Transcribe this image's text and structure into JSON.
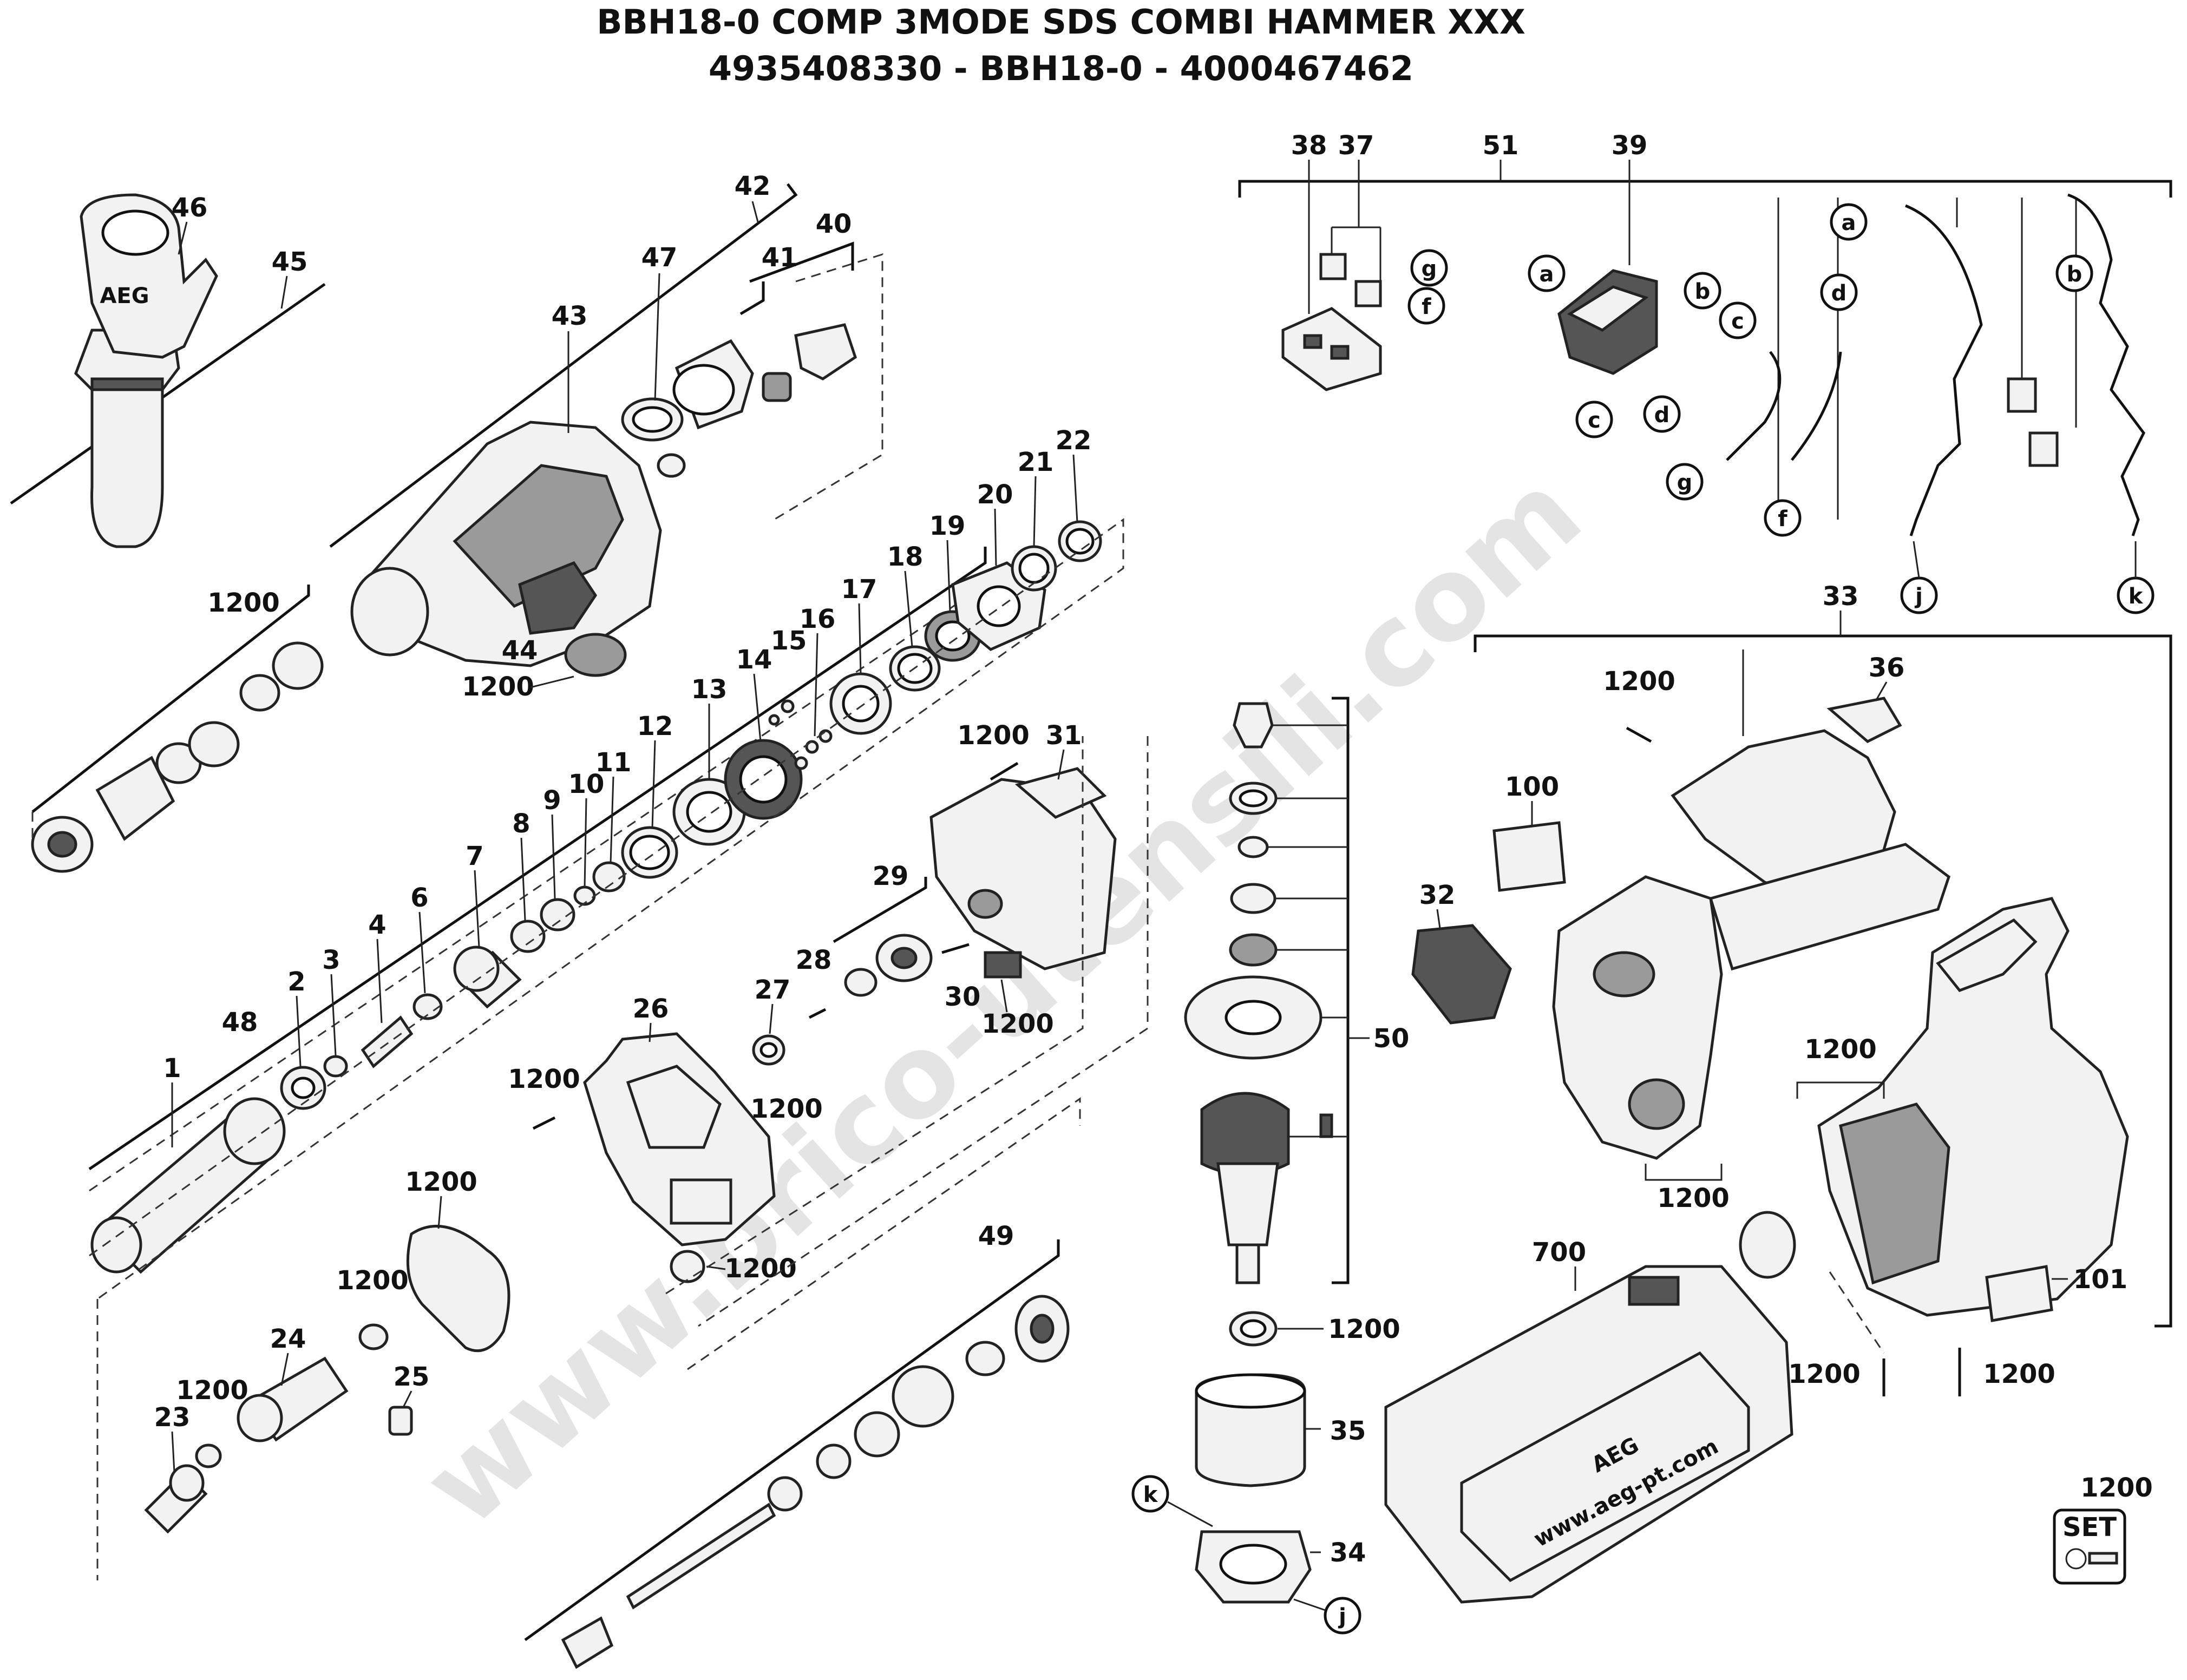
{
  "title": {
    "line1": "BBH18-0 COMP 3MODE SDS COMBI HAMMER XXX",
    "line2": "4935408330 - BBH18-0 - 4000467462"
  },
  "watermark": "www.brico-utensili.com",
  "labels": {
    "p1": "1",
    "p2": "2",
    "p3": "3",
    "p4": "4",
    "p6": "6",
    "p7": "7",
    "p8": "8",
    "p9": "9",
    "p10": "10",
    "p11": "11",
    "p12": "12",
    "p13": "13",
    "p14": "14",
    "p15": "15",
    "p16": "16",
    "p17": "17",
    "p18": "18",
    "p19": "19",
    "p20": "20",
    "p21": "21",
    "p22": "22",
    "p23": "23",
    "p24": "24",
    "p25": "25",
    "p26": "26",
    "p27": "27",
    "p28": "28",
    "p29": "29",
    "p30": "30",
    "p31": "31",
    "p32": "32",
    "p33": "33",
    "p34": "34",
    "p35": "35",
    "p36": "36",
    "p37": "37",
    "p38": "38",
    "p39": "39",
    "p40": "40",
    "p41": "41",
    "p42": "42",
    "p43": "43",
    "p44": "44",
    "p45": "45",
    "p46": "46",
    "p47": "47",
    "p48": "48",
    "p49": "49",
    "p50": "50",
    "p51": "51",
    "p100": "100",
    "p101": "101",
    "p700": "700",
    "s1200": "1200"
  },
  "letters": {
    "a": "a",
    "b": "b",
    "c": "c",
    "d": "d",
    "f": "f",
    "g": "g",
    "j": "j",
    "k": "k"
  },
  "set_badge": {
    "number": "1200",
    "text": "SET"
  },
  "case_brand": "AEG",
  "case_url": "www.aeg-pt.com",
  "handle_brand": "AEG"
}
